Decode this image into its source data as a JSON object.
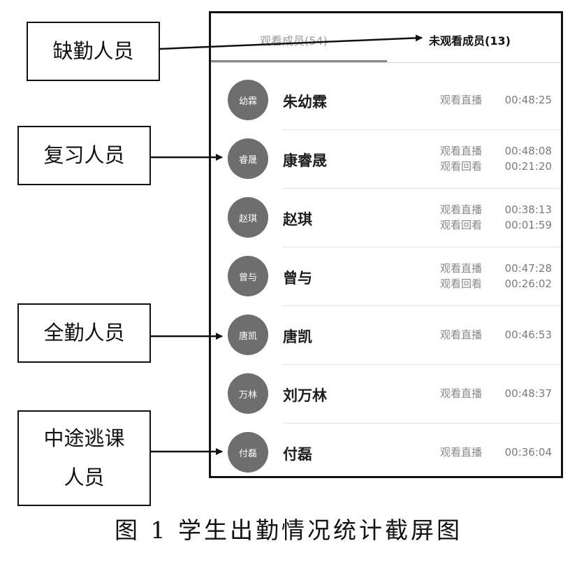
{
  "tabs": {
    "watched": "观看成员(54)",
    "not_watched": "未观看成员(13)"
  },
  "callouts": {
    "absent": "缺勤人员",
    "review": "复习人员",
    "full": "全勤人员",
    "truant_line1": "中途逃课",
    "truant_line2": "人员"
  },
  "members": [
    {
      "avatar": "幼霖",
      "name": "朱幼霖",
      "records": [
        {
          "type": "观看直播",
          "time": "00:48:25"
        }
      ]
    },
    {
      "avatar": "睿晟",
      "name": "康睿晟",
      "records": [
        {
          "type": "观看直播",
          "time": "00:48:08"
        },
        {
          "type": "观看回看",
          "time": "00:21:20"
        }
      ]
    },
    {
      "avatar": "赵琪",
      "name": "赵琪",
      "records": [
        {
          "type": "观看直播",
          "time": "00:38:13"
        },
        {
          "type": "观看回看",
          "time": "00:01:59"
        }
      ]
    },
    {
      "avatar": "曾与",
      "name": "曾与",
      "records": [
        {
          "type": "观看直播",
          "time": "00:47:28"
        },
        {
          "type": "观看回看",
          "time": "00:26:02"
        }
      ]
    },
    {
      "avatar": "唐凯",
      "name": "唐凯",
      "records": [
        {
          "type": "观看直播",
          "time": "00:46:53"
        }
      ]
    },
    {
      "avatar": "万林",
      "name": "刘万林",
      "records": [
        {
          "type": "观看直播",
          "time": "00:48:37"
        }
      ]
    },
    {
      "avatar": "付磊",
      "name": "付磊",
      "records": [
        {
          "type": "观看直播",
          "time": "00:36:04"
        }
      ]
    }
  ],
  "caption": "图 1  学生出勤情况统计截屏图",
  "colors": {
    "avatar_bg": "#6e6e6e",
    "tab_active": "#9a9a9a",
    "border": "#111111"
  }
}
